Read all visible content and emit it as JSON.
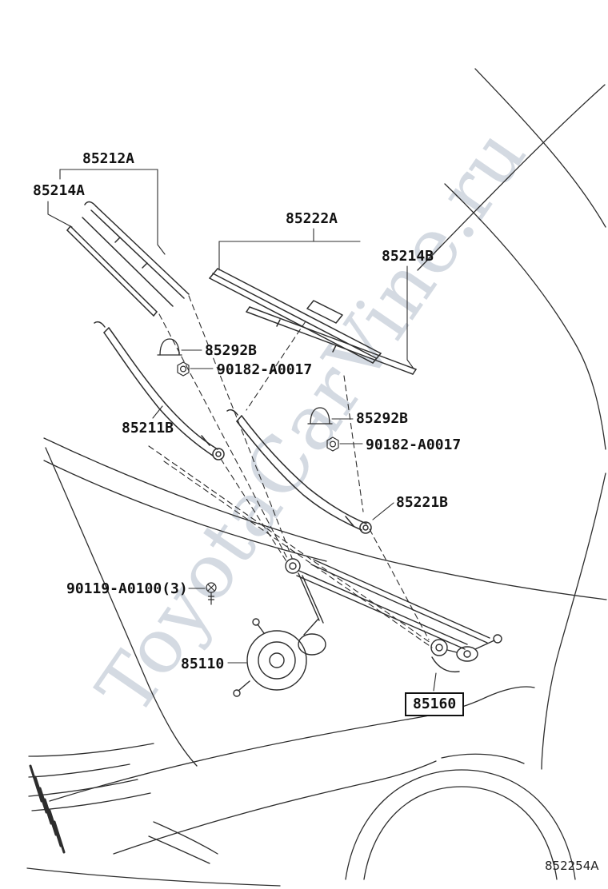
{
  "watermark": "ToyotaCarVine.ru",
  "drawing_code": "852254A",
  "colors": {
    "line": "#2d2d2d",
    "label_text": "#111111",
    "watermark": "#b0bcca"
  },
  "labels": {
    "l85212a": "85212A",
    "l85214a": "85214A",
    "l85222a": "85222A",
    "l85214b": "85214B",
    "l85292b_1": "85292B",
    "l90182_1": "90182-A0017",
    "l85211b": "85211B",
    "l85292b_2": "85292B",
    "l90182_2": "90182-A0017",
    "l85221b": "85221B",
    "l90119": "90119-A0100(3)",
    "l85110": "85110",
    "l85160": "85160"
  }
}
